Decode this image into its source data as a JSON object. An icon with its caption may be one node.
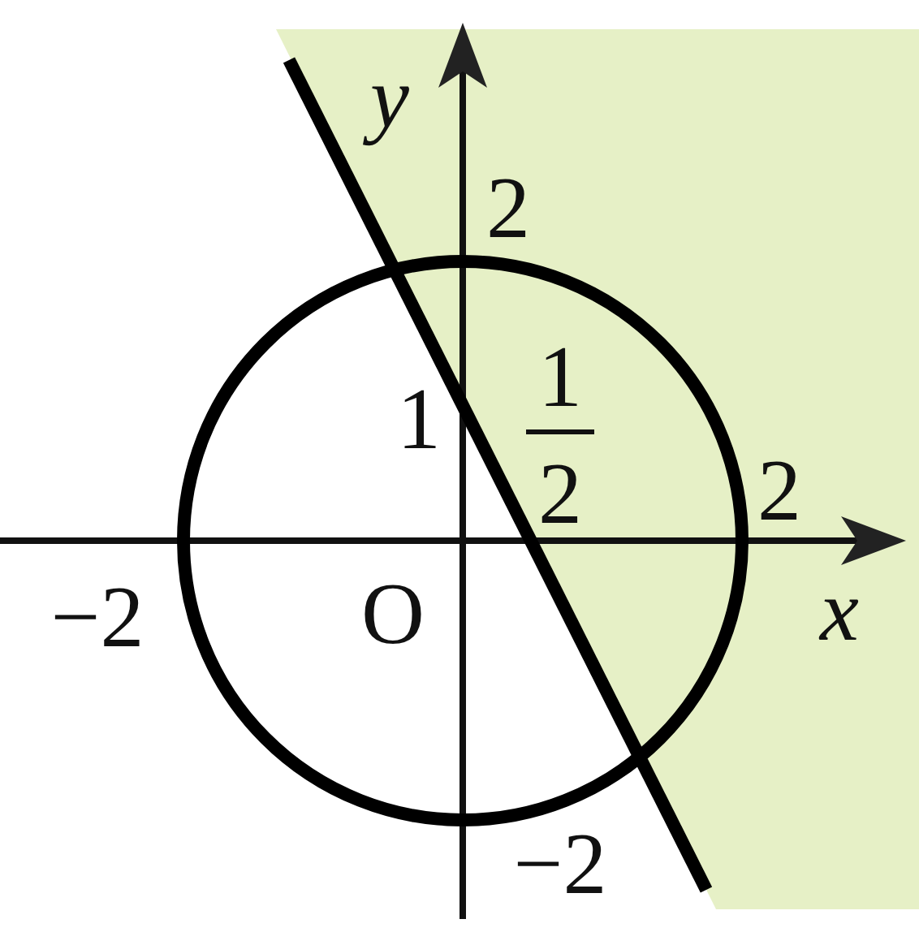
{
  "diagram": {
    "labels": [
      "y",
      "2",
      "1",
      "1",
      "2",
      "2",
      "−2",
      "O",
      "x",
      "−2"
    ]
  }
}
